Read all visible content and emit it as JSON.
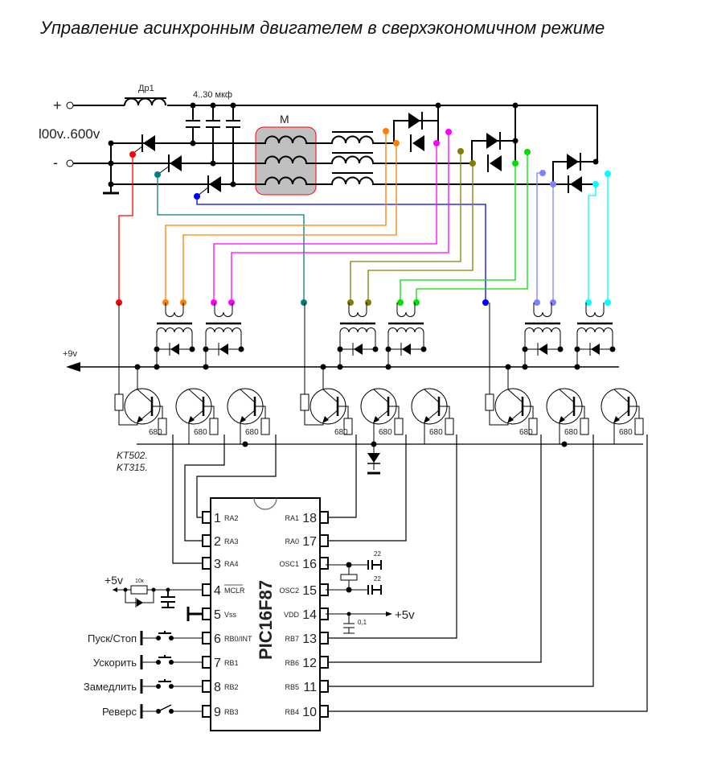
{
  "title": "Управление асинхронным двигателем в сверхэкономичном режиме",
  "power": {
    "plus_label": "+",
    "minus_label": "-",
    "voltage_label": "l00v..600v",
    "choke_label": "Др1",
    "capacitor_label": "4..30 мкф",
    "motor_label": "M"
  },
  "driver": {
    "supply_label": "+9v",
    "resistor_value": "680",
    "transistor_types": [
      "KT502.",
      "KT315."
    ]
  },
  "mcu": {
    "name": "PIC16F87",
    "left_pins": [
      {
        "num": "1",
        "name": "RA2"
      },
      {
        "num": "2",
        "name": "RA3"
      },
      {
        "num": "3",
        "name": "RA4"
      },
      {
        "num": "4",
        "name": "MCLR"
      },
      {
        "num": "5",
        "name": "Vss"
      },
      {
        "num": "6",
        "name": "RB0/INT"
      },
      {
        "num": "7",
        "name": "RB1"
      },
      {
        "num": "8",
        "name": "RB2"
      },
      {
        "num": "9",
        "name": "RB3"
      }
    ],
    "right_pins": [
      {
        "num": "18",
        "name": "RA1"
      },
      {
        "num": "17",
        "name": "RA0"
      },
      {
        "num": "16",
        "name": "OSC1"
      },
      {
        "num": "15",
        "name": "OSC2"
      },
      {
        "num": "14",
        "name": "VDD"
      },
      {
        "num": "13",
        "name": "RB7"
      },
      {
        "num": "12",
        "name": "RB6"
      },
      {
        "num": "11",
        "name": "RB5"
      },
      {
        "num": "10",
        "name": "RB4"
      }
    ],
    "reset_supply_label": "+5v",
    "reset_resistor_label": "10к",
    "osc_cap_label": "22",
    "vdd_cap_label": "0,1",
    "vdd_label": "+5v"
  },
  "buttons": [
    {
      "label": "Пуск/Стоп"
    },
    {
      "label": "Ускорить"
    },
    {
      "label": "Замедлить"
    },
    {
      "label": "Реверс"
    }
  ],
  "wire_colors": {
    "red": "#ff0000",
    "teal": "#008080",
    "blue": "#0000ff",
    "orange": "#ff8000",
    "magenta": "#ff00ff",
    "olive": "#808000",
    "green": "#00e000",
    "lavender": "#8080ff",
    "cyan": "#00ffff",
    "motor_fill": "#c0c0c0",
    "motor_border": "#ff0000"
  }
}
